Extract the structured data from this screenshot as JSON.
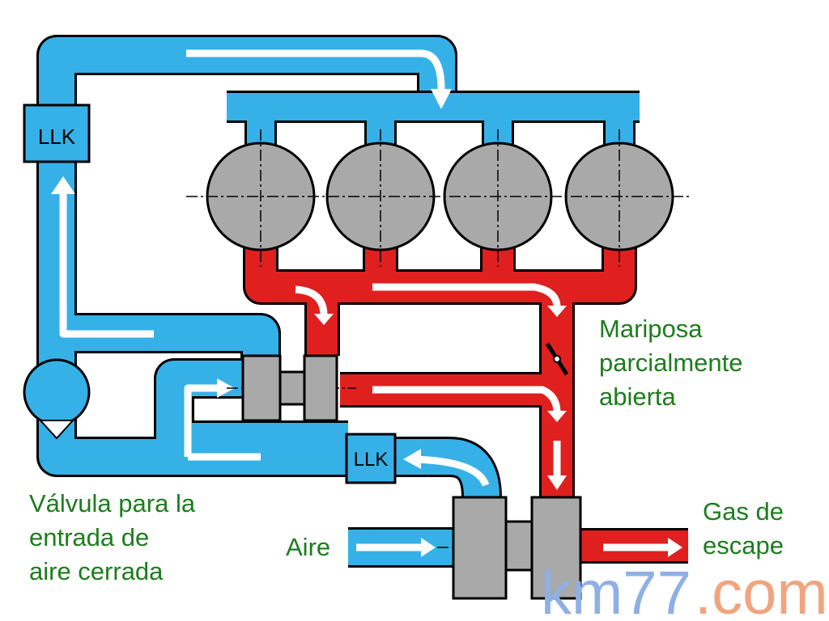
{
  "labels": {
    "llk_top": "LLK",
    "llk_bottom": "LLK",
    "mariposa": "Mariposa\nparcialmente\nabierta",
    "valvula": "Válvula para la\nentrada de\naire cerrada",
    "aire": "Aire",
    "gas": "Gas de\nescape"
  },
  "watermark": {
    "part1": "km77",
    "part2": ".com"
  },
  "colors": {
    "air": "#35b1e8",
    "exhaust": "#e0201f",
    "metal": "#a9a9a9",
    "text": "#1c7d1c",
    "wm1": "#8fb0e6",
    "wm2": "#f0a57e"
  }
}
